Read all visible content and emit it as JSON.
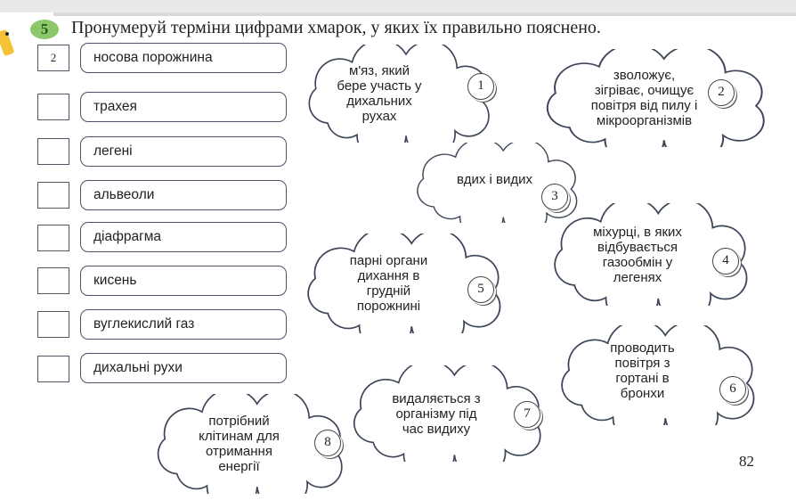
{
  "task": {
    "number": "5",
    "text": "Пронумеруй терміни цифрами хмарок, у яких їх правильно пояснено."
  },
  "terms": [
    {
      "answer": "2",
      "label": "носова порожнина"
    },
    {
      "answer": "",
      "label": "трахея"
    },
    {
      "answer": "",
      "label": "легені"
    },
    {
      "answer": "",
      "label": "альвеоли"
    },
    {
      "answer": "",
      "label": "діафрагма"
    },
    {
      "answer": "",
      "label": "кисень"
    },
    {
      "answer": "",
      "label": "вуглекислий газ"
    },
    {
      "answer": "",
      "label": "дихальні рухи"
    }
  ],
  "clouds": [
    {
      "number": "1",
      "text": "м'яз, який\nбере участь у\nдихальних\nрухах"
    },
    {
      "number": "2",
      "text": "зволожує,\nзігріває, очищує\nповітря від пилу і\nмікроорганізмів"
    },
    {
      "number": "3",
      "text": "вдих і видих"
    },
    {
      "number": "4",
      "text": "міхурці, в яких\nвідбувається\nгазообмін у\nлегенях"
    },
    {
      "number": "5",
      "text": "парні органи\nдихання в\nгрудній\nпорожнині"
    },
    {
      "number": "6",
      "text": "проводить\nповітря з\nгортані в\nбронхи"
    },
    {
      "number": "7",
      "text": "видаляється з\nорганізму під\nчас видиху"
    },
    {
      "number": "8",
      "text": "потрібний\nклітинам для\nотримання\nенергії"
    }
  ],
  "page_number": "82",
  "accent": "#8cc86a"
}
